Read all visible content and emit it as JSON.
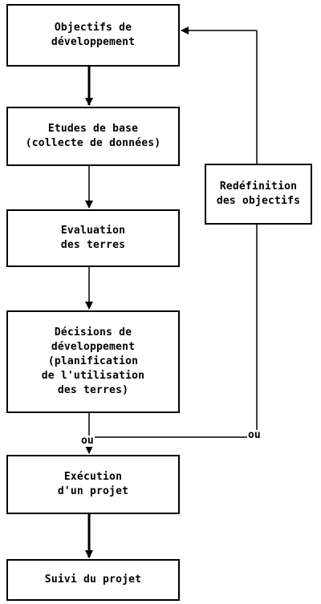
{
  "diagram": {
    "boxes": {
      "objectifs": [
        "Objectifs de",
        "développement"
      ],
      "etudes": [
        "Etudes de base",
        "(collecte de données)"
      ],
      "evaluation": [
        "Evaluation",
        "des terres"
      ],
      "decisions": [
        "Décisions de",
        "développement",
        "(planification",
        "de l'utilisation",
        "des terres)"
      ],
      "execution": [
        "Exécution",
        "d'un projet"
      ],
      "suivi": [
        "Suivi du projet"
      ],
      "redefinition": [
        "Redéfinition",
        "des objectifs"
      ]
    },
    "edge_labels": {
      "ou_left": "ou",
      "ou_right": "ou"
    }
  }
}
